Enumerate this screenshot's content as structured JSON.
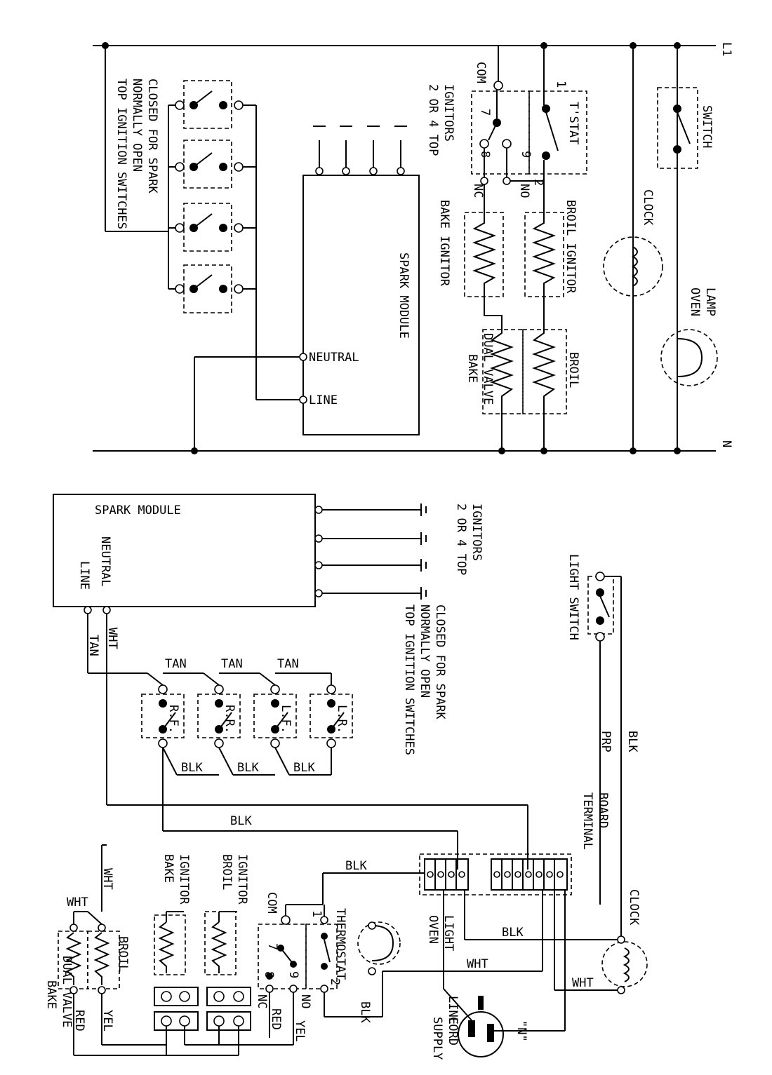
{
  "schematic": {
    "l1": "L1",
    "n": "N",
    "spark_module": "SPARK MODULE",
    "neutral": "NEUTRAL",
    "line": "LINE",
    "ignitors_2or4": "2 OR 4 TOP",
    "ignitors": "IGNITORS",
    "top_switches_1": "TOP IGNITION SWITCHES",
    "top_switches_2": "NORMALLY OPEN",
    "top_switches_3": "CLOSED FOR SPARK",
    "com": "COM",
    "tstat": "T'STAT",
    "nc": "NC",
    "no": "NO",
    "bake_ignitor": "BAKE IGNITOR",
    "broil_ignitor": "BROIL IGNITOR",
    "bake_valve_1": "BAKE",
    "bake_valve_2": "DUAL VALVE",
    "broil": "BROIL",
    "clock": "CLOCK",
    "oven_lamp_1": "OVEN",
    "oven_lamp_2": "LAMP",
    "switch": "SWITCH",
    "t7": "7",
    "t8": "8",
    "t9": "9",
    "t1": "1",
    "t2": "2"
  },
  "pictorial": {
    "spark_module": "SPARK MODULE",
    "neutral": "NEUTRAL",
    "line": "LINE",
    "ignitors_2or4": "2 OR 4 TOP",
    "ignitors": "IGNITORS",
    "top_switches_1": "TOP IGNITION SWITCHES",
    "top_switches_2": "NORMALLY OPEN",
    "top_switches_3": "CLOSED FOR SPARK",
    "light_switch": "LIGHT SWITCH",
    "terminal_1": "TERMINAL",
    "terminal_2": "BOARD",
    "sw_rf": "R.F.",
    "sw_rr": "R.R.",
    "sw_lf": "L.F.",
    "sw_lr": "L.R.",
    "wire_tan": "TAN",
    "wire_wht": "WHT",
    "wire_blk": "BLK",
    "wire_prp": "PRP",
    "wire_red": "RED",
    "wire_yel": "YEL",
    "bake_ignitor_1": "BAKE",
    "bake_ignitor_2": "IGNITOR",
    "broil_ignitor_1": "BROIL",
    "broil_ignitor_2": "IGNITOR",
    "thermostat": "THERMOSTAT",
    "com": "COM",
    "nc": "NC",
    "no": "NO",
    "oven_light_1": "OVEN",
    "oven_light_2": "LIGHT",
    "supply_1": "SUPPLY",
    "supply_2": "CORD",
    "n_plug": "\"N\"",
    "clock": "CLOCK",
    "bake": "BAKE",
    "dual_valve": "DUAL VALVE",
    "broil": "BROIL",
    "t7": "7",
    "t8": "8",
    "t9": "9",
    "t1": "1",
    "t2": "2"
  }
}
